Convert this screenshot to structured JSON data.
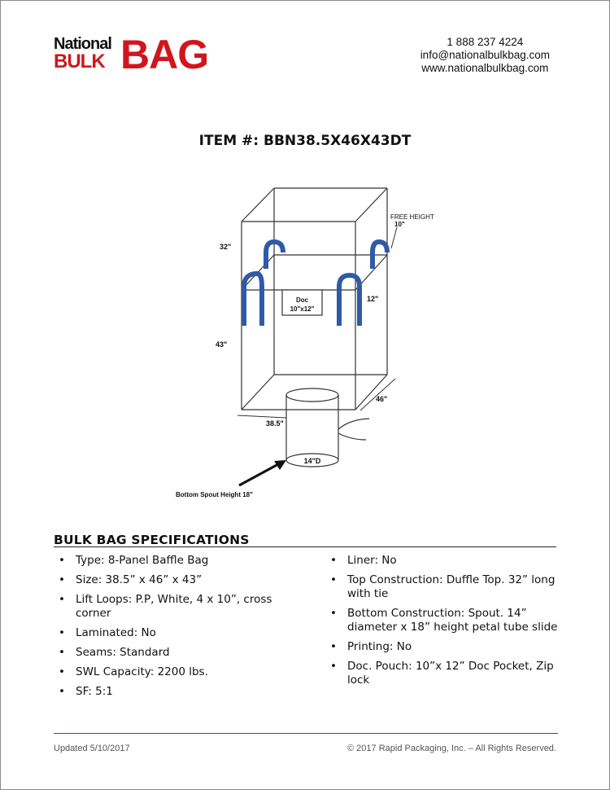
{
  "brand": {
    "national": "National",
    "bulk": "BULK",
    "bag": "BAG"
  },
  "contact": {
    "phone": "1 888 237 4224",
    "email": "info@nationalbulkbag.com",
    "website": "www.nationalbulkbag.com"
  },
  "item_title": "ITEM #: BBN38.5X46X43DT",
  "diagram": {
    "free_height_label": "FREE HEIGHT",
    "free_height_value": "10\"",
    "top_height": "32\"",
    "body_height": "43\"",
    "loop_height": "12\"",
    "depth": "46\"",
    "width": "38.5\"",
    "doc_label": "Doc",
    "doc_size": "10\"x12\"",
    "spout_diameter": "14\"D",
    "spout_caption": "Bottom Spout Height 18\"",
    "colors": {
      "loop": "#2f5aa8",
      "line": "#333333"
    }
  },
  "specs": {
    "heading": "BULK BAG SPECIFICATIONS",
    "left": [
      "Type: 8-Panel Baffle Bag",
      "Size: 38.5” x 46” x 43”",
      "Lift Loops: P.P, White, 4 x 10”, cross corner",
      "Laminated: No",
      "Seams: Standard",
      "SWL Capacity: 2200 lbs.",
      "SF: 5:1"
    ],
    "right": [
      "Liner: No",
      "Top Construction: Duffle Top. 32” long with tie",
      "Bottom Construction: Spout. 14” diameter x 18” height petal tube slide",
      "Printing: No",
      "Doc. Pouch: 10”x 12” Doc Pocket, Zip lock"
    ]
  },
  "footer": {
    "updated": "Updated 5/10/2017",
    "copyright": "© 2017 Rapid Packaging, Inc.  – All Rights Reserved."
  },
  "colors": {
    "brand_red": "#d0161c"
  }
}
